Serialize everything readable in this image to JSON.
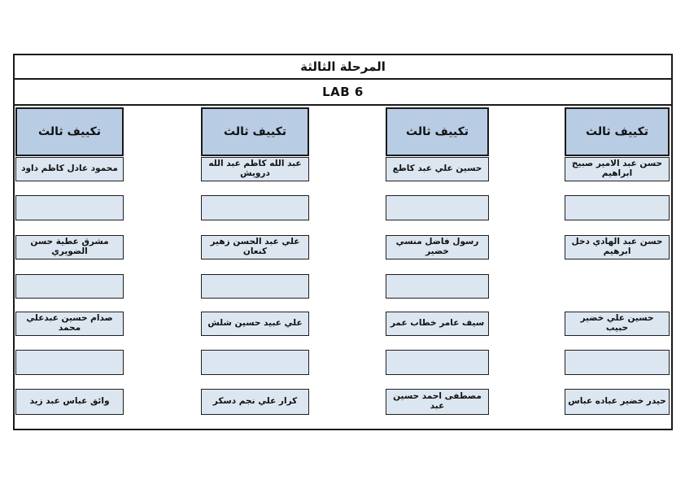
{
  "page": {
    "stage_title": "المرحلة الثالثة",
    "lab_title": "LAB 6"
  },
  "colors": {
    "header_fill": "#b8cce4",
    "cell_fill": "#dce6f1",
    "border": "#1a1a1a"
  },
  "columns": [
    {
      "id": "column-1",
      "header": "تكييف ثالث",
      "cells": [
        {
          "slot": 1,
          "type": "name",
          "text": "محمود عادل كاظم داود"
        },
        {
          "slot": 2,
          "type": "empty",
          "text": ""
        },
        {
          "slot": 3,
          "type": "name",
          "text": "مشرق عطية حسن الضويري"
        },
        {
          "slot": 4,
          "type": "empty",
          "text": ""
        },
        {
          "slot": 5,
          "type": "name",
          "text": "صدام حسين عبدعلي محمد"
        },
        {
          "slot": 6,
          "type": "empty",
          "text": ""
        },
        {
          "slot": 7,
          "type": "name",
          "text": "وائق عباس عبد زيد"
        }
      ]
    },
    {
      "id": "column-2",
      "header": "تكييف ثالث",
      "cells": [
        {
          "slot": 1,
          "type": "name",
          "text": "عبد الله كاظم عبد الله درويش"
        },
        {
          "slot": 2,
          "type": "empty",
          "text": ""
        },
        {
          "slot": 3,
          "type": "name",
          "text": "علي عبد الحسن زهير كنعان"
        },
        {
          "slot": 4,
          "type": "empty",
          "text": ""
        },
        {
          "slot": 5,
          "type": "name",
          "text": "علي عبيد حسين شلش"
        },
        {
          "slot": 6,
          "type": "empty",
          "text": ""
        },
        {
          "slot": 7,
          "type": "name",
          "text": "كرار علي نجم دسكر"
        }
      ]
    },
    {
      "id": "column-3",
      "header": "تكييف ثالث",
      "cells": [
        {
          "slot": 1,
          "type": "name",
          "text": "حسين علي عبد كاطع"
        },
        {
          "slot": 2,
          "type": "empty",
          "text": ""
        },
        {
          "slot": 3,
          "type": "name",
          "text": "رسول فاضل منسي خضير"
        },
        {
          "slot": 4,
          "type": "empty",
          "text": ""
        },
        {
          "slot": 5,
          "type": "name",
          "text": "سيف عامر خطاب عمر"
        },
        {
          "slot": 6,
          "type": "empty",
          "text": ""
        },
        {
          "slot": 7,
          "type": "name",
          "text": "مصطفى احمد حسين عبد"
        }
      ]
    },
    {
      "id": "column-4",
      "header": "تكييف ثالث",
      "cells": [
        {
          "slot": 1,
          "type": "name",
          "text": "حسن عبد الامير صبيح ابراهيم"
        },
        {
          "slot": 2,
          "type": "empty",
          "text": ""
        },
        {
          "slot": 3,
          "type": "name",
          "text": "حسن عبد الهادي دخل ابرهيم"
        },
        {
          "slot": 5,
          "type": "name",
          "text": "حسين علي خضير حبيب"
        },
        {
          "slot": 6,
          "type": "empty",
          "text": ""
        },
        {
          "slot": 7,
          "type": "name",
          "text": "حيدر خضير عباده عباس"
        }
      ]
    }
  ]
}
